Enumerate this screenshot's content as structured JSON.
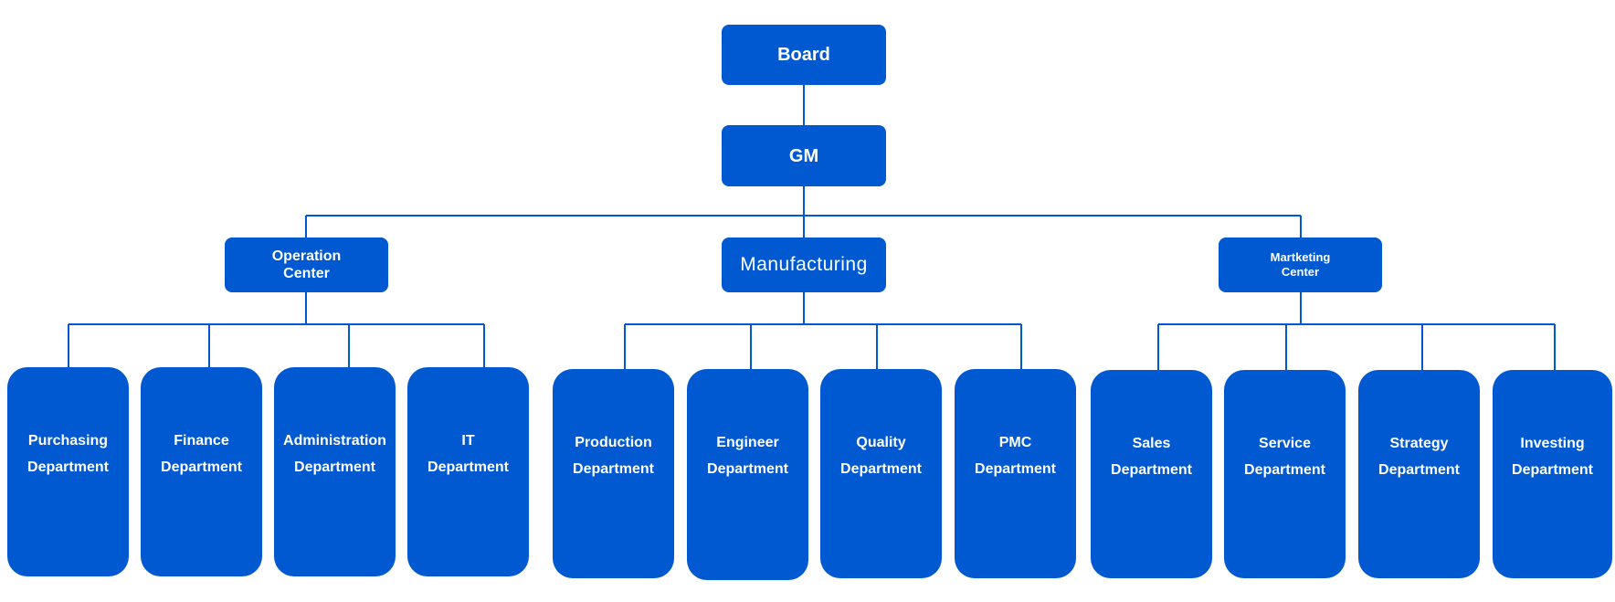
{
  "board": "Board",
  "gm": "GM",
  "centers": {
    "operation": {
      "line1": "Operation",
      "line2": "Center"
    },
    "manufacturing": "Manufacturing",
    "marketing": {
      "line1": "Martketing",
      "line2": "Center"
    }
  },
  "departments": {
    "operation": [
      {
        "name": "Purchasing",
        "suffix": "Department"
      },
      {
        "name": "Finance",
        "suffix": "Department"
      },
      {
        "name": "Administration",
        "suffix": "Department"
      },
      {
        "name": "IT",
        "suffix": "Department"
      }
    ],
    "manufacturing": [
      {
        "name": "Production",
        "suffix": "Department"
      },
      {
        "name": "Engineer",
        "suffix": "Department"
      },
      {
        "name": "Quality",
        "suffix": "Department"
      },
      {
        "name": "PMC",
        "suffix": "Department"
      }
    ],
    "marketing": [
      {
        "name": "Sales",
        "suffix": "Department"
      },
      {
        "name": "Service",
        "suffix": "Department"
      },
      {
        "name": "Strategy",
        "suffix": "Department"
      },
      {
        "name": "Investing",
        "suffix": "Department"
      }
    ]
  },
  "colors": {
    "node_fill": "#0059d1",
    "connector": "#0059d1",
    "text": "#ffffff",
    "background": "#ffffff"
  }
}
